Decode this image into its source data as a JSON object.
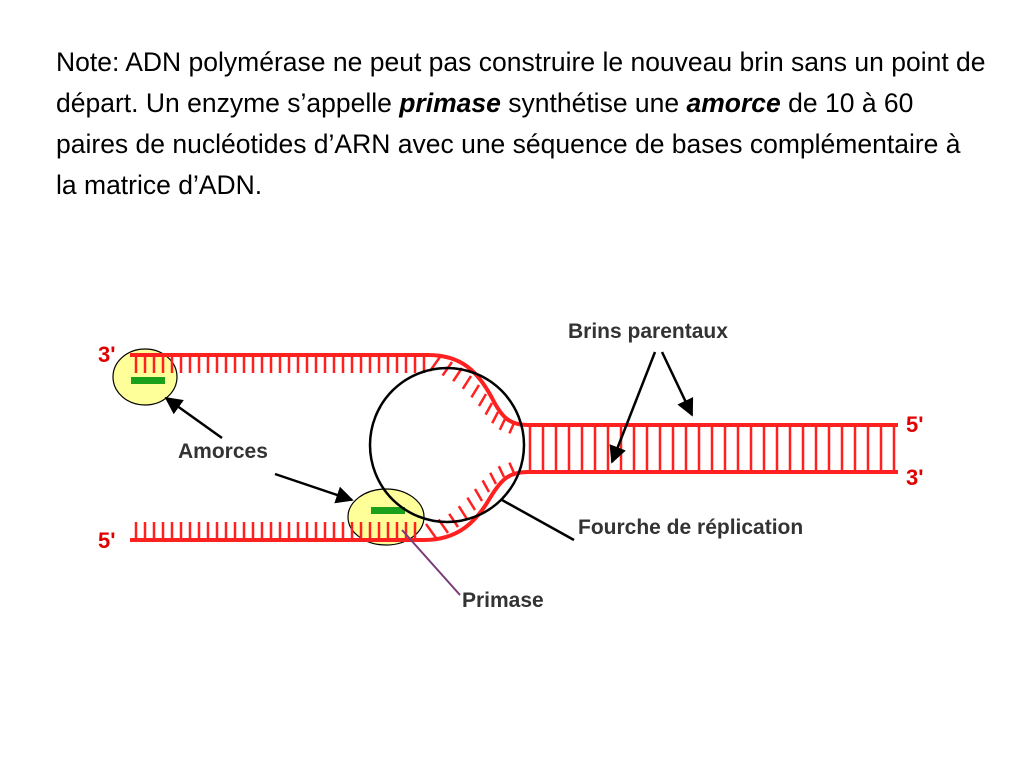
{
  "note": {
    "part1": "Note: ADN polymérase ne peut pas construire le nouveau brin sans un point de départ. Un enzyme s’appelle ",
    "term1": "primase",
    "part2": " synthétise une ",
    "term2": "amorce",
    "part3": " de 10 à 60 paires de nucléotides d’ARN avec une séquence de bases complémentaire à la matrice d’ADN."
  },
  "diagram": {
    "labels": {
      "top_left_end": "3'",
      "bottom_left_end": "5'",
      "top_right_end": "5'",
      "bottom_right_end": "3'",
      "parental_strands": "Brins parentaux",
      "primers": "Amorces",
      "replication_fork": "Fourche de réplication",
      "primase": "Primase"
    },
    "colors": {
      "strand": "#ff2020",
      "primer_highlight": "#ffff99",
      "primer": "#1aa01a",
      "fork_circle": "#000000",
      "primase_line": "#7a3a7a"
    }
  }
}
